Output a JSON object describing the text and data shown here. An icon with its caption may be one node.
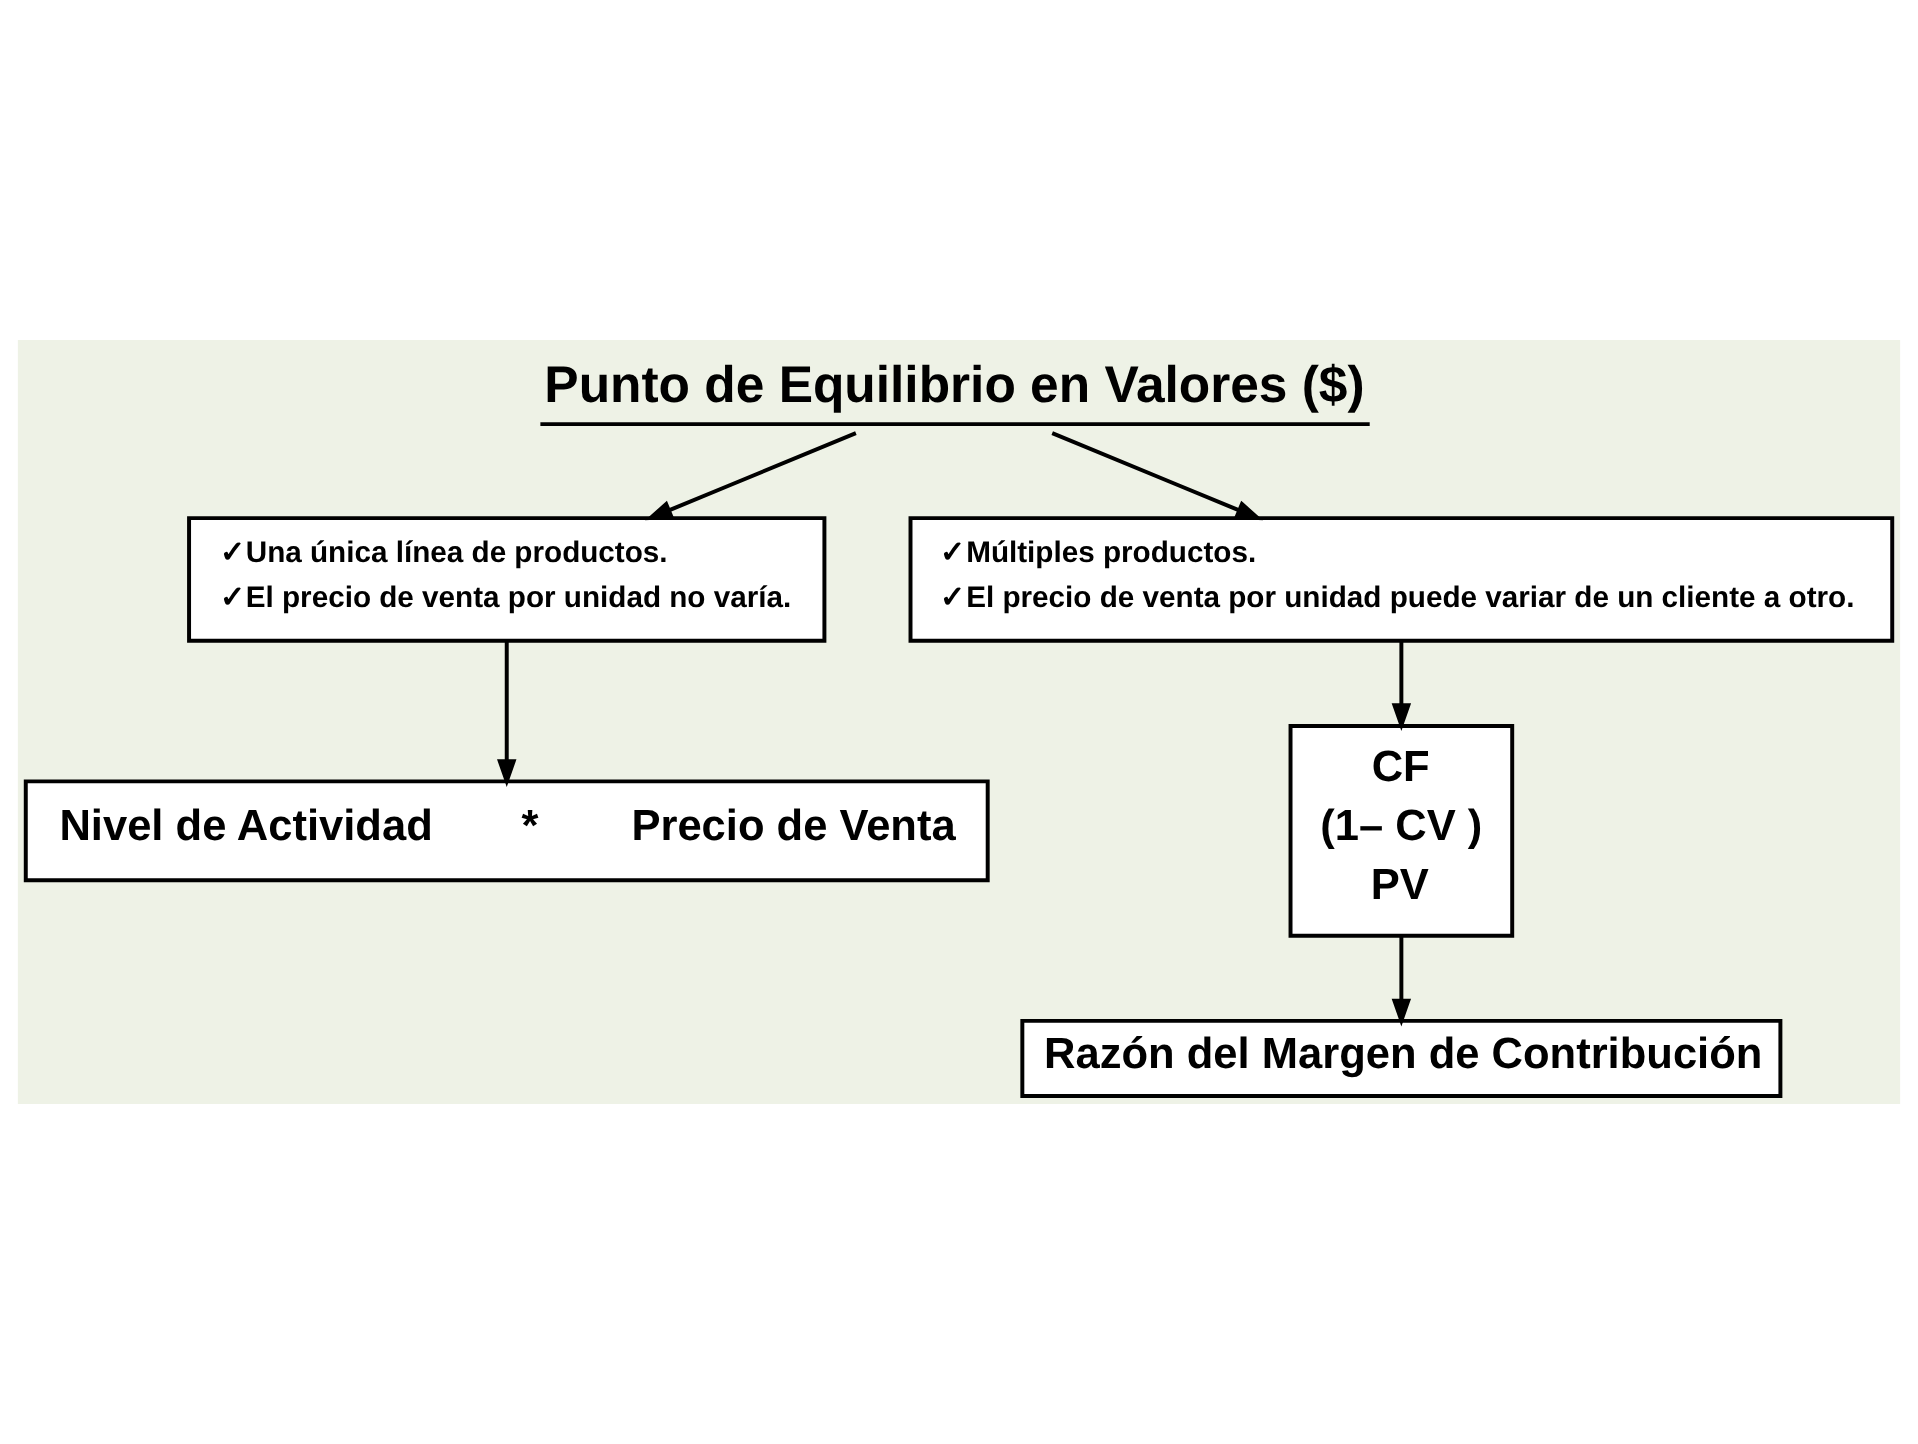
{
  "diagram": {
    "nodes": [
      {
        "text": [
          "Punto de Equilibrio en Valores ($)"
        ]
      },
      {
        "text": [
          "✓Una única línea de productos.",
          "✓El precio de venta por unidad no varía."
        ]
      },
      {
        "text": [
          "✓Múltiples productos.",
          "✓El precio de venta por unidad puede variar de un cliente a otro."
        ]
      },
      {
        "text": [
          "Nivel de Actividad",
          "*",
          "Precio de Venta"
        ]
      },
      {
        "text": [
          "CF",
          "(1– CV )",
          "PV"
        ]
      },
      {
        "text": [
          "Razón del Margen de Contribución"
        ]
      }
    ],
    "edges": [
      {
        "from": 0,
        "to": 1,
        "arrow": "to"
      },
      {
        "from": 0,
        "to": 2,
        "arrow": "to"
      },
      {
        "from": 1,
        "to": 3,
        "arrow": "to"
      },
      {
        "from": 2,
        "to": 4,
        "arrow": "to"
      },
      {
        "from": 4,
        "to": 5,
        "arrow": "to"
      }
    ]
  }
}
